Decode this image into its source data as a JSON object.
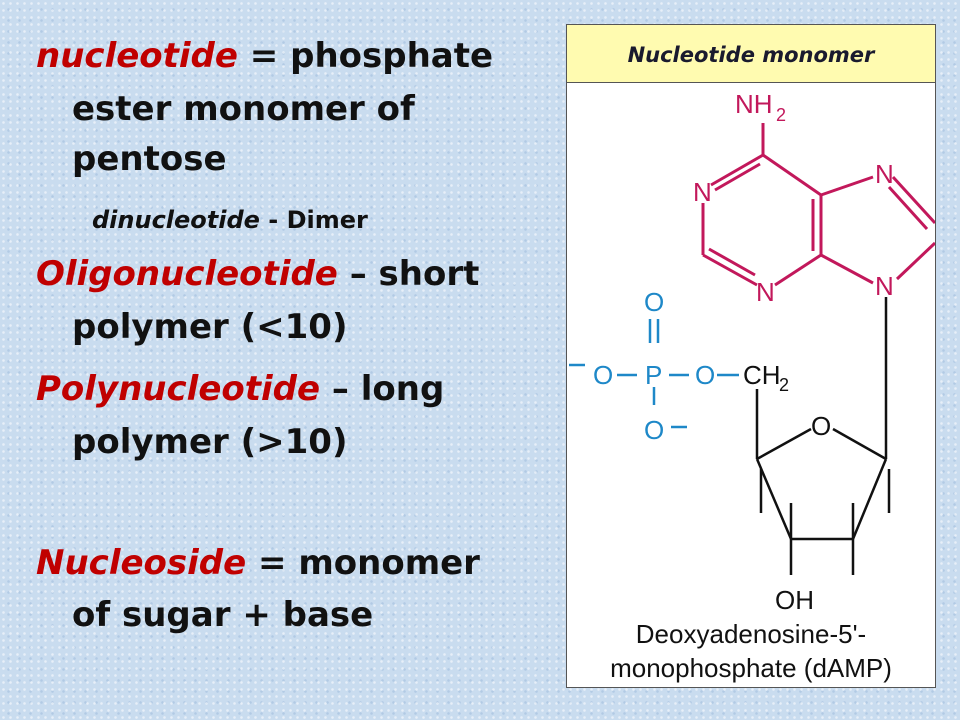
{
  "slide": {
    "lines": [
      {
        "term": "nucleotide",
        "text": " = phosphate"
      },
      {
        "term": "",
        "text": "ester monomer of"
      },
      {
        "term": "",
        "text": "pentose"
      },
      {
        "term": "Oligonucleotide",
        "text": " – short"
      },
      {
        "term": "",
        "text": "polymer (<10)"
      },
      {
        "term": "Polynucleotide",
        "text": " – long"
      },
      {
        "term": "",
        "text": "polymer (>10)"
      },
      {
        "term": "Nucleoside",
        "text": " = monomer"
      },
      {
        "term": "",
        "text": "of sugar + base"
      }
    ],
    "sub_line": {
      "term": "dinucleotide",
      "text": " - Dimer"
    }
  },
  "panel": {
    "title": "Nucleotide monomer",
    "caption_line1": "Deoxyadenosine-5'-",
    "caption_line2": "monophosphate (dAMP)"
  },
  "molecule": {
    "base_atoms": {
      "amine": "NH",
      "amine_subscript": "2",
      "n1": "N",
      "n3": "N",
      "n7": "N",
      "n9": "N"
    },
    "phosphate_atoms": {
      "p": "P",
      "o_top": "O",
      "o_left": "O",
      "o_bridge": "O",
      "o_bottom": "O",
      "charge_left": "−",
      "charge_bottom": "−"
    },
    "sugar_atoms": {
      "ch2": "CH",
      "ch2_subscript": "2",
      "ring_o": "O",
      "hydroxyl": "OH"
    },
    "colors": {
      "base": "#c2185b",
      "phosphate": "#1e88c8",
      "sugar": "#111111"
    }
  }
}
